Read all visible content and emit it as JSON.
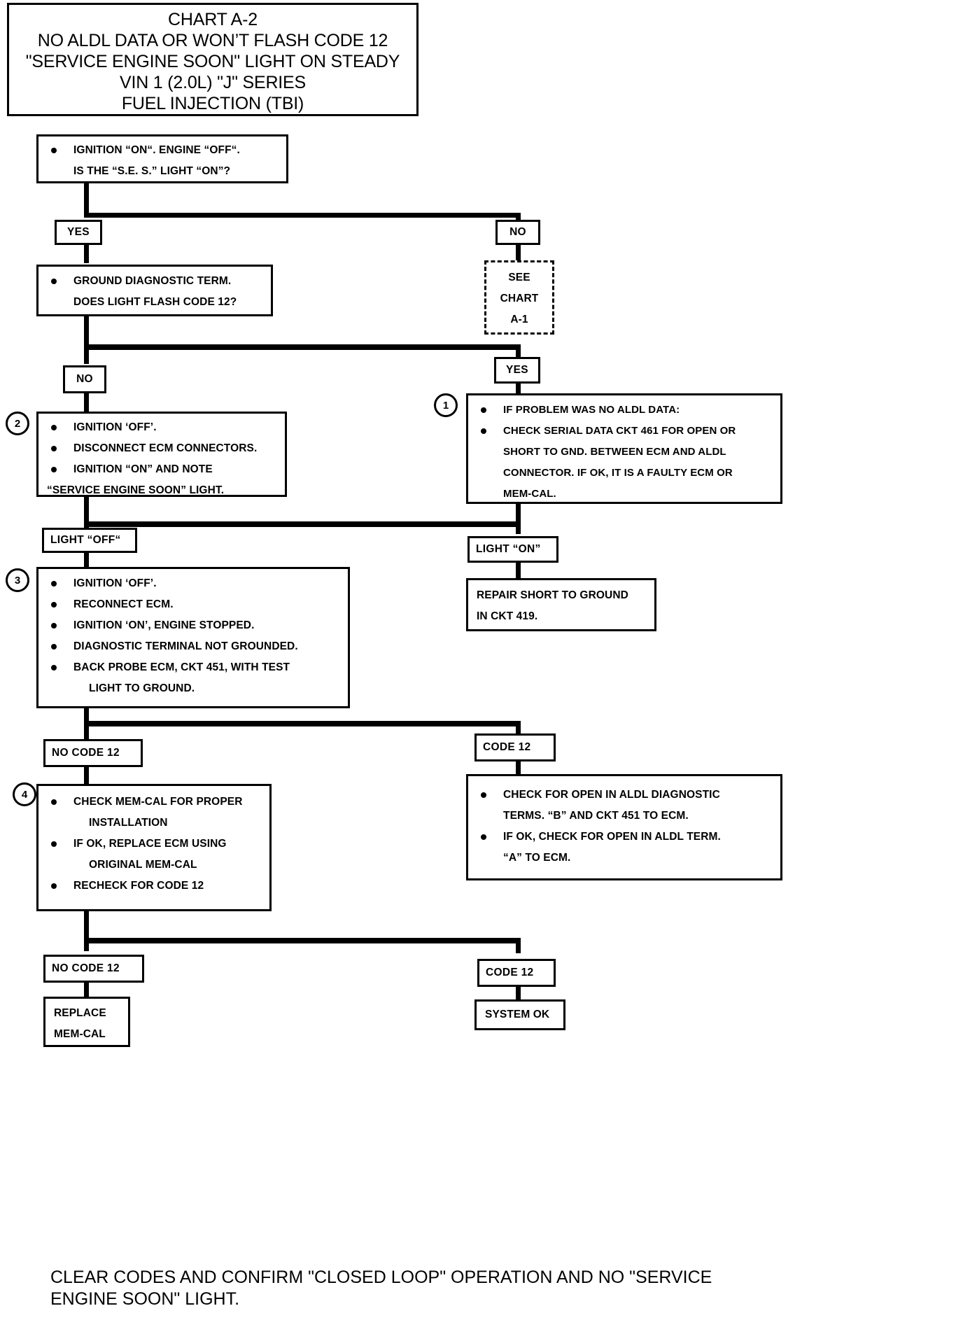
{
  "title": {
    "lines": [
      "CHART A-2",
      "NO ALDL DATA OR WON’T FLASH  CODE 12",
      "\"SERVICE ENGINE SOON\" LIGHT ON STEADY",
      "VIN 1 (2.0L) \"J\" SERIES",
      "FUEL INJECTION (TBI)"
    ]
  },
  "boxes": {
    "start": {
      "lines": [
        "IGNITION “ON“.  ENGINE “OFF“.",
        "IS THE “S.E. S.” LIGHT “ON”?"
      ]
    },
    "ground_term": {
      "lines": [
        "GROUND DIAGNOSTIC TERM.",
        "DOES LIGHT FLASH CODE 12?"
      ]
    },
    "see_chart": {
      "lines": [
        "SEE",
        "CHART",
        "A-1"
      ]
    },
    "step1": {
      "number": "1",
      "lines": [
        "IF PROBLEM WAS NO ALDL DATA:",
        "CHECK SERIAL DATA CKT 461 FOR OPEN OR",
        "SHORT TO GND. BETWEEN ECM AND ALDL",
        "CONNECTOR. IF OK, IT IS A FAULTY ECM OR",
        "MEM-CAL."
      ]
    },
    "step2": {
      "number": "2",
      "lines": [
        "IGNITION ‘OFF’.",
        "DISCONNECT ECM CONNECTORS.",
        "IGNITION “ON” AND NOTE",
        "“SERVICE ENGINE SOON” LIGHT."
      ]
    },
    "repair_short": {
      "lines": [
        "REPAIR SHORT TO GROUND",
        "IN CKT 419."
      ]
    },
    "step3": {
      "number": "3",
      "lines": [
        "IGNITION ‘OFF’.",
        "RECONNECT ECM.",
        "IGNITION ‘ON’, ENGINE STOPPED.",
        "DIAGNOSTIC TERMINAL NOT GROUNDED.",
        "BACK PROBE  ECM, CKT 451, WITH TEST",
        "LIGHT TO GROUND."
      ]
    },
    "step4": {
      "number": "4",
      "lines": [
        "CHECK MEM-CAL FOR PROPER",
        "INSTALLATION",
        "IF OK, REPLACE ECM USING",
        "ORIGINAL MEM-CAL",
        "RECHECK FOR CODE 12"
      ]
    },
    "open_aldl": {
      "lines": [
        "CHECK FOR OPEN IN ALDL DIAGNOSTIC",
        "TERMS. “B” AND CKT 451 TO ECM.",
        "IF OK, CHECK FOR OPEN IN ALDL TERM.",
        "“A” TO ECM."
      ]
    },
    "replace_memcal": {
      "lines": [
        "REPLACE",
        "MEM-CAL"
      ]
    },
    "system_ok": {
      "lines": [
        "SYSTEM OK"
      ]
    }
  },
  "labels": {
    "yes_1": "YES",
    "no_1": "NO",
    "no_2": "NO",
    "yes_2": "YES",
    "light_off": "LIGHT “OFF“",
    "light_on": "LIGHT “ON”",
    "no_code12_a": "NO CODE 12",
    "code12_a": "CODE 12",
    "no_code12_b": "NO CODE 12",
    "code12_b": "CODE 12"
  },
  "footer": {
    "lines": [
      "CLEAR CODES AND CONFIRM \"CLOSED LOOP\" OPERATION AND NO \"SERVICE",
      "ENGINE SOON\" LIGHT."
    ]
  },
  "colors": {
    "ink": "#000000",
    "paper": "#ffffff"
  }
}
